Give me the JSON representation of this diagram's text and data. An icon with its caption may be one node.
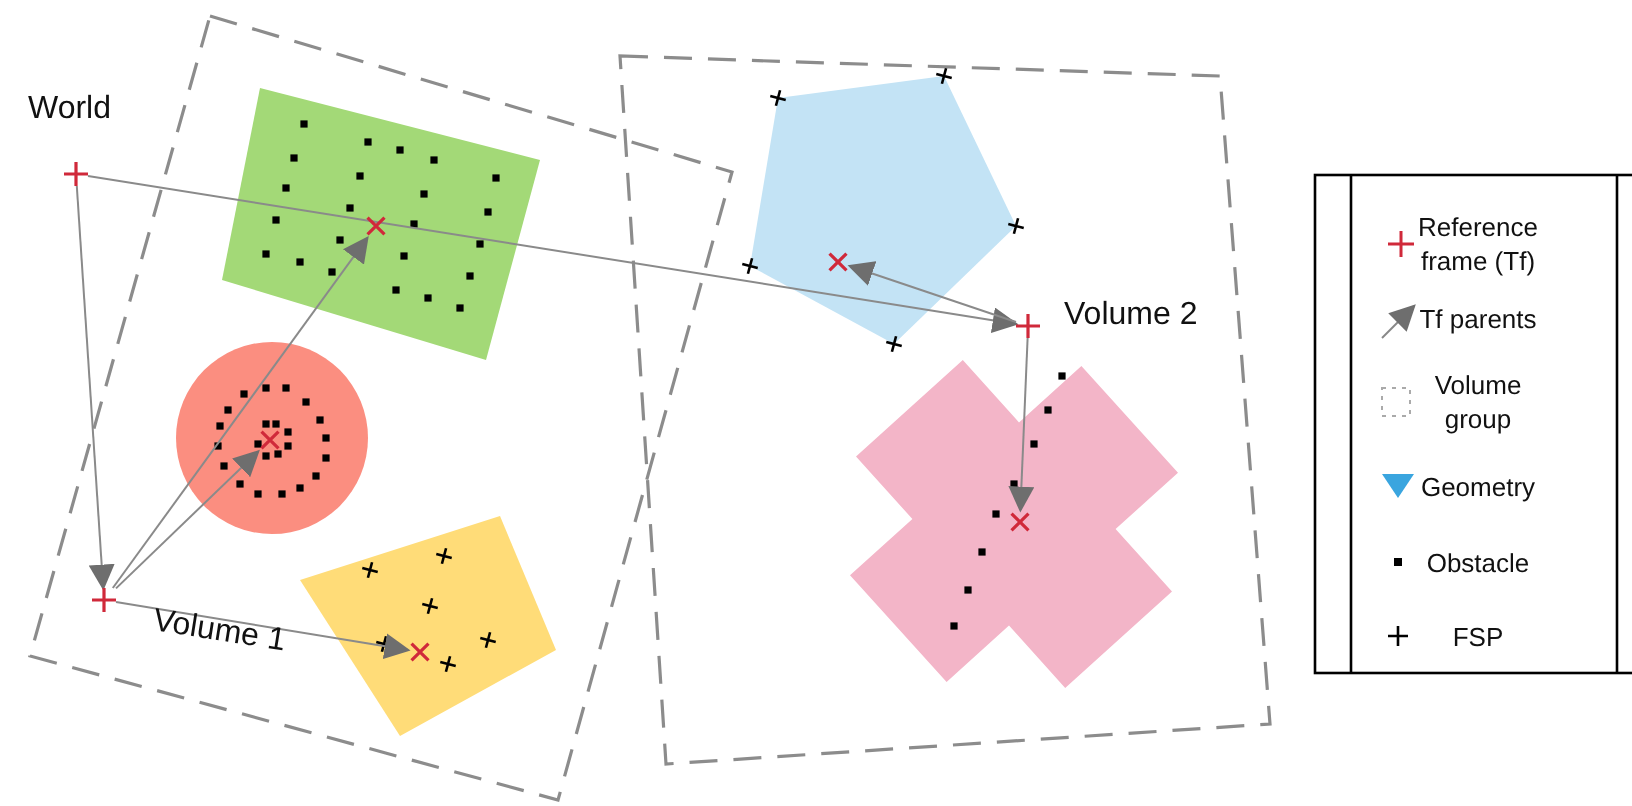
{
  "diagram": {
    "nodes": [
      {
        "text": [],
        "shape": "cross",
        "beside": [
          "World"
        ]
      },
      {
        "text": [],
        "shape": "cross",
        "beside": [
          "Volume 1"
        ]
      },
      {
        "text": [],
        "shape": "cross"
      },
      {
        "text": [],
        "shape": "cross"
      },
      {
        "text": [],
        "shape": "cross"
      },
      {
        "text": [],
        "shape": "cross",
        "beside": [
          "Volume 2"
        ]
      },
      {
        "text": [],
        "shape": "cross"
      },
      {
        "text": [],
        "shape": "cross"
      }
    ],
    "edges": [
      {
        "from": 0,
        "to": 1,
        "arrow": "to"
      },
      {
        "from": 0,
        "to": 5,
        "arrow": "to"
      },
      {
        "from": 1,
        "to": 2,
        "arrow": "to"
      },
      {
        "from": 1,
        "to": 3,
        "arrow": "to"
      },
      {
        "from": 1,
        "to": 4,
        "arrow": "to"
      },
      {
        "from": 5,
        "to": 6,
        "arrow": "to"
      },
      {
        "from": 5,
        "to": 7,
        "arrow": "to"
      }
    ],
    "legend": [
      {
        "text": "Reference frame (Tf)"
      },
      {
        "text": "Tf parents"
      },
      {
        "text": "Volume group"
      },
      {
        "text": "Geometry"
      },
      {
        "text": "Obstacle"
      },
      {
        "text": "FSP"
      }
    ]
  }
}
